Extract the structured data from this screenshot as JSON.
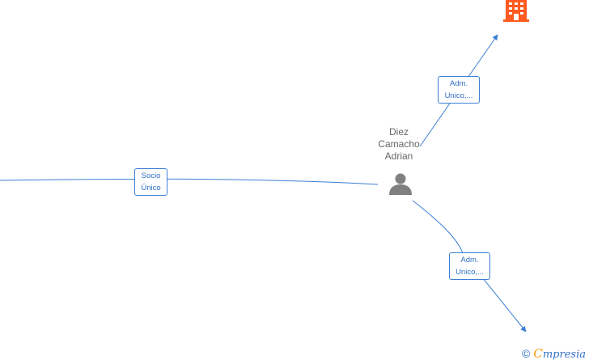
{
  "person": {
    "name_lines": [
      "Diez",
      "Camacho",
      "Adrian"
    ],
    "icon": "person-icon"
  },
  "company": {
    "icon": "building-icon",
    "color": "#ff5a1f"
  },
  "edges": [
    {
      "id": "socio",
      "label_lines": [
        "Socio",
        "Único"
      ]
    },
    {
      "id": "adm-top",
      "label_lines": [
        "Adm.",
        "Unico,..."
      ]
    },
    {
      "id": "adm-bottom",
      "label_lines": [
        "Adm.",
        "Unico,..."
      ]
    }
  ],
  "colors": {
    "edge": "#3b7fd4",
    "brand_orange": "#f39c12"
  },
  "watermark": {
    "copyright": "©",
    "brand_first": "C",
    "brand_rest": "mpresia"
  }
}
